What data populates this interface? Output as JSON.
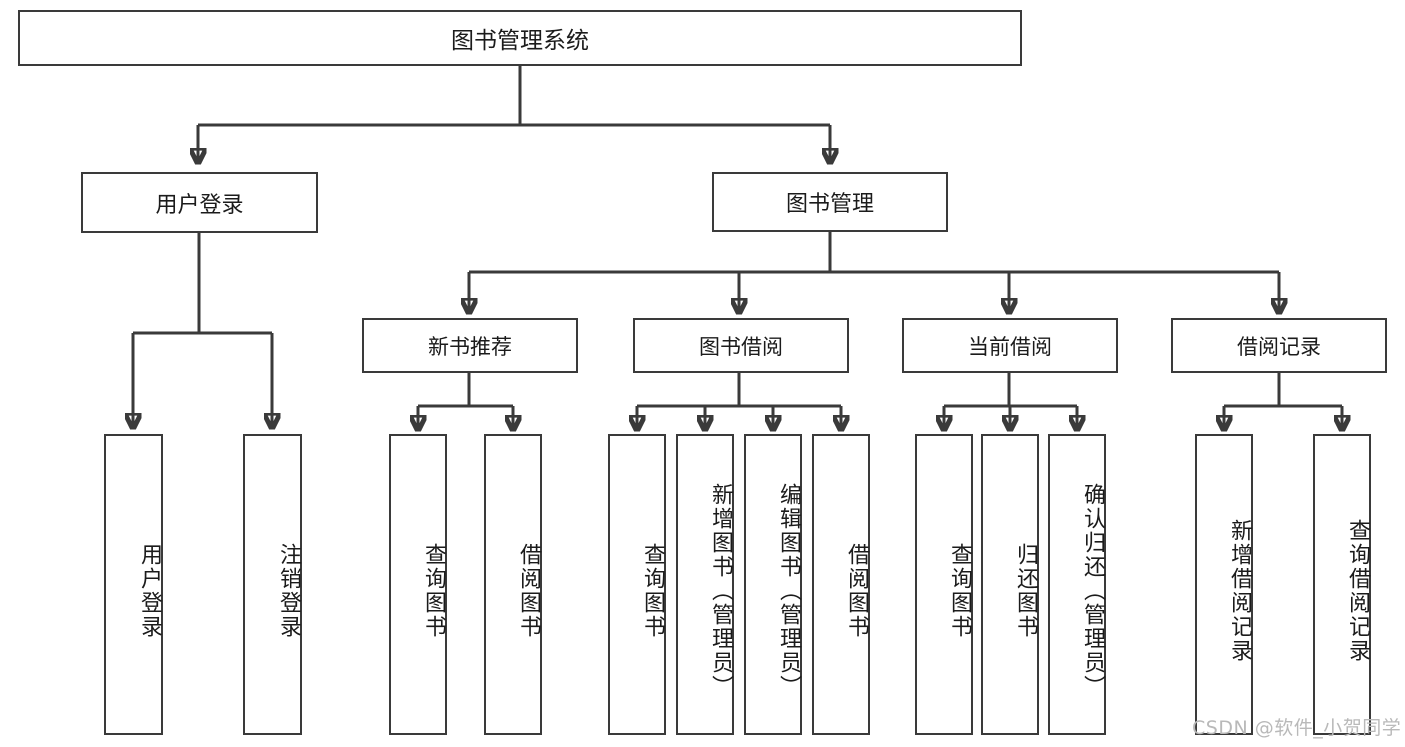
{
  "diagram": {
    "title": "图书管理系统",
    "type": "tree-hierarchy-chart",
    "root": {
      "label": "图书管理系统"
    },
    "level2": [
      {
        "label": "用户登录"
      },
      {
        "label": "图书管理"
      }
    ],
    "level3": [
      {
        "label": "新书推荐"
      },
      {
        "label": "图书借阅"
      },
      {
        "label": "当前借阅"
      },
      {
        "label": "借阅记录"
      }
    ],
    "leaves": {
      "user_login": [
        {
          "label": "用户登录"
        },
        {
          "label": "注销登录"
        }
      ],
      "new_book_recommend": [
        {
          "label": "查询图书"
        },
        {
          "label": "借阅图书"
        }
      ],
      "book_borrow": [
        {
          "label": "查询图书"
        },
        {
          "label": "新增图书（管理员）"
        },
        {
          "label": "编辑图书（管理员）"
        },
        {
          "label": "借阅图书"
        }
      ],
      "current_borrow": [
        {
          "label": "查询图书"
        },
        {
          "label": "归还图书"
        },
        {
          "label": "确认归还（管理员）"
        }
      ],
      "borrow_record": [
        {
          "label": "新增借阅记录"
        },
        {
          "label": "查询借阅记录"
        }
      ]
    }
  },
  "watermark": {
    "text": "CSDN @软件_小贺同学"
  },
  "colors": {
    "border": "#3a3a3a",
    "text": "#1b1b1b",
    "background": "#ffffff",
    "watermark": "#b9b9b9"
  }
}
